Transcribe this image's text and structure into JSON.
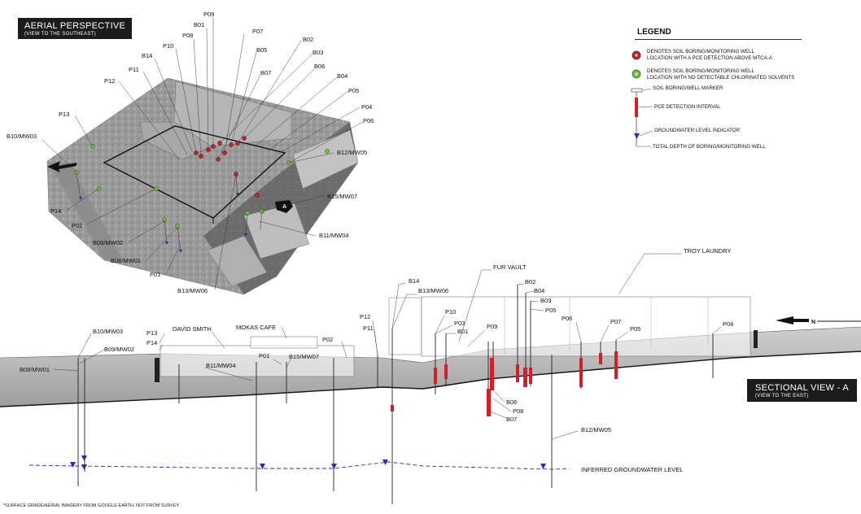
{
  "aerial": {
    "title": "AERIAL PERSPECTIVE",
    "subtitle": "(VIEW TO THE SOUTHEAST)"
  },
  "sectional": {
    "title": "SECTIONAL VIEW - A",
    "subtitle": "(VIEW TO THE EAST)"
  },
  "legend": {
    "title": "LEGEND",
    "pce_detect": "DENOTES SOIL BORING/MONITORING WELL",
    "pce_detect_2": "LOCATION WITH A PCE DETECTION ABOVE MTCA-A",
    "no_detect": "DENOTES SOIL BORING/MONITORING WELL",
    "no_detect_2": "LOCATION WITH NO DETECTABLE CHLORINATED SOLVENTS",
    "marker": "SOIL BORING/WELL MARKER",
    "pce_interval": "PCE DETECTION INTERVAL",
    "gw_indicator": "GROUNDWATER LEVEL INDICATOR",
    "total_depth": "TOTAL DEPTH OF BORING/MONITORING WELL",
    "colors": {
      "detect": "#c0262b",
      "no_detect": "#6cbf3a",
      "groundwater": "#2a2ab8"
    }
  },
  "aerial_labels": {
    "P09": "P09",
    "B01": "B01",
    "P07": "P07",
    "P08": "P08",
    "B02": "B02",
    "P10": "P10",
    "B05": "B05",
    "B03": "B03",
    "B14": "B14",
    "P11": "P11",
    "B06": "B06",
    "B07": "B07",
    "P12": "P12",
    "B04": "B04",
    "P05": "P05",
    "P04": "P04",
    "P13": "P13",
    "P06": "P06",
    "B10MW03": "B10/MW03",
    "B12MW05": "B12/MW05",
    "B15MW07": "B15/MW07",
    "P14": "P14",
    "P02": "P02",
    "B11MW04": "B11/MW04",
    "B09MW02": "B09/MW02",
    "B08MW01": "B08/MW01",
    "P01": "P01",
    "B13MW06": "B13/MW06"
  },
  "section_labels": {
    "troy_laundry": "TROY LAUNDRY",
    "fur_vault": "FUR VAULT",
    "mokas_cafe": "MOKAS CAFE",
    "david_smith": "DAVID SMITH",
    "north": "N",
    "groundwater": "INFERRED GROUNDWATER LEVEL",
    "B14": "B14",
    "B13MW06": "B13/MW06",
    "B02": "B02",
    "B04": "B04",
    "B03": "B03",
    "P05a": "P05",
    "P10": "P10",
    "P03": "P03",
    "B01": "B01",
    "P09": "P09",
    "P12": "P12",
    "P11": "P11",
    "P06": "P06",
    "P07": "P07",
    "P05b": "P05",
    "P04": "P04",
    "B10MW03": "B10/MW03",
    "B09MW02": "B09/MW02",
    "B08MW01": "B08/MW01",
    "P13": "P13",
    "P14": "P14",
    "B11MW04": "B11/MW04",
    "P01": "P01",
    "B15MW07": "B15/MW07",
    "P02": "P02",
    "B06": "B06",
    "P08": "P08",
    "B07": "B07",
    "B12MW05": "B12/MW05"
  },
  "footnote": "*SURFACE GRADE/AERIAL IMAGERY FROM GOOGLE EARTH, NOT FROM SURVEY"
}
